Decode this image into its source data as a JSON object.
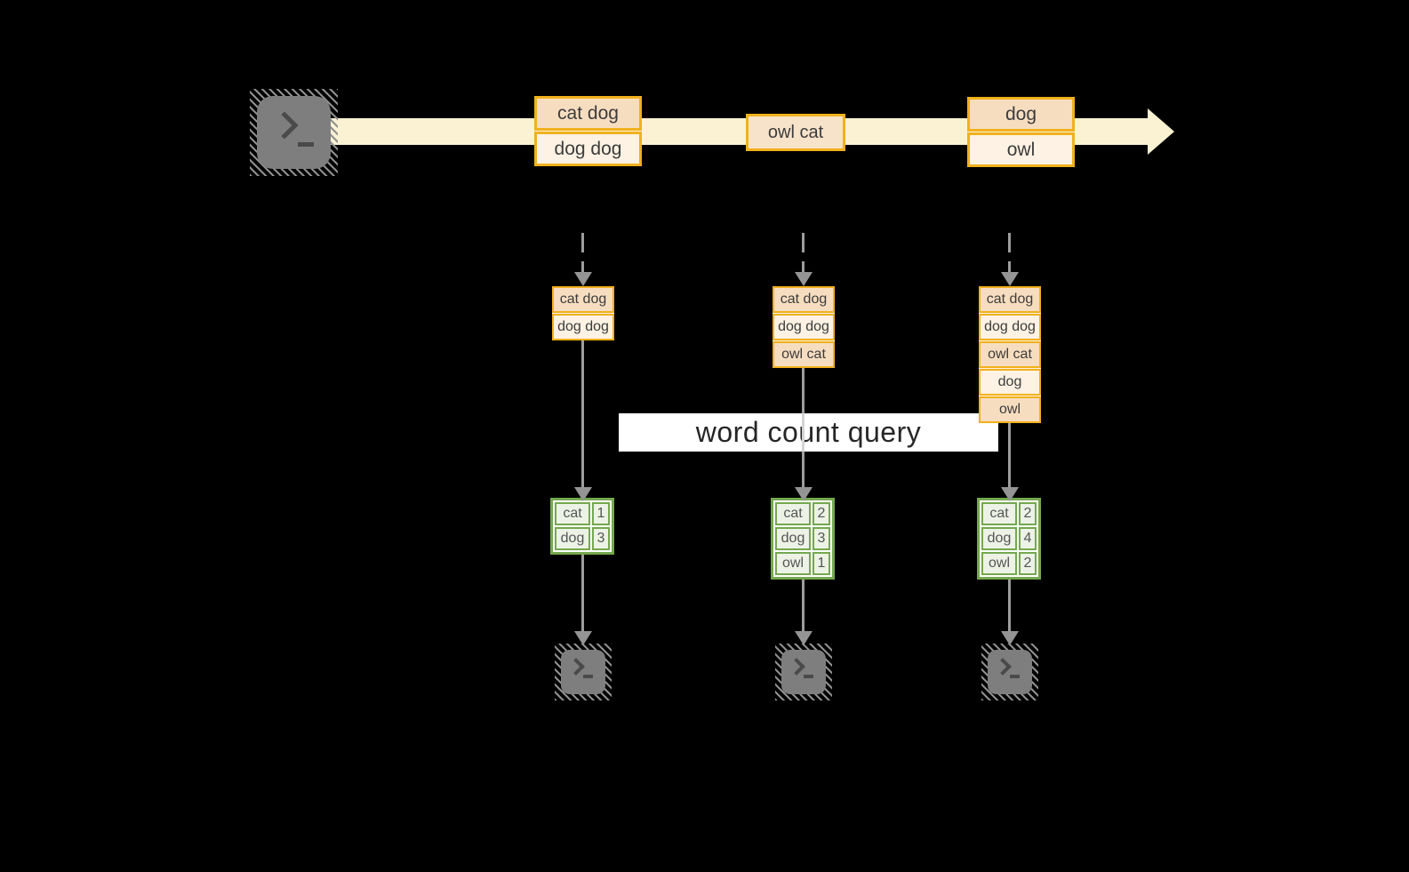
{
  "diagram": {
    "query_label": "word count query",
    "stream": {
      "source_icon": "terminal-icon",
      "batches": [
        {
          "lines": [
            "cat dog",
            "dog dog"
          ]
        },
        {
          "lines": [
            "owl cat"
          ]
        },
        {
          "lines": [
            "dog",
            "owl"
          ]
        }
      ]
    },
    "columns": [
      {
        "input_lines": [
          "cat dog",
          "dog dog"
        ],
        "counts": [
          {
            "word": "cat",
            "count": "1"
          },
          {
            "word": "dog",
            "count": "3"
          }
        ],
        "sink_icon": "terminal-icon"
      },
      {
        "input_lines": [
          "cat dog",
          "dog dog",
          "owl cat"
        ],
        "counts": [
          {
            "word": "cat",
            "count": "2"
          },
          {
            "word": "dog",
            "count": "3"
          },
          {
            "word": "owl",
            "count": "1"
          }
        ],
        "sink_icon": "terminal-icon"
      },
      {
        "input_lines": [
          "cat dog",
          "dog dog",
          "owl cat",
          "dog",
          "owl"
        ],
        "counts": [
          {
            "word": "cat",
            "count": "2"
          },
          {
            "word": "dog",
            "count": "4"
          },
          {
            "word": "owl",
            "count": "2"
          }
        ],
        "sink_icon": "terminal-icon"
      }
    ],
    "colors": {
      "background": "#000000",
      "stream_band": "#FBF2D3",
      "box_border": "#F1B11C",
      "cell_dark": "#F7DDC0",
      "cell_light": "#FDF2E3",
      "cell_mid": "#F7E2CA",
      "table_border": "#74A84E",
      "table_fill": "#EDF2E7",
      "arrow_gray": "#9D9D9D",
      "terminal_gray": "#7E7E7E",
      "banner_bg": "#FFFFFF"
    }
  }
}
